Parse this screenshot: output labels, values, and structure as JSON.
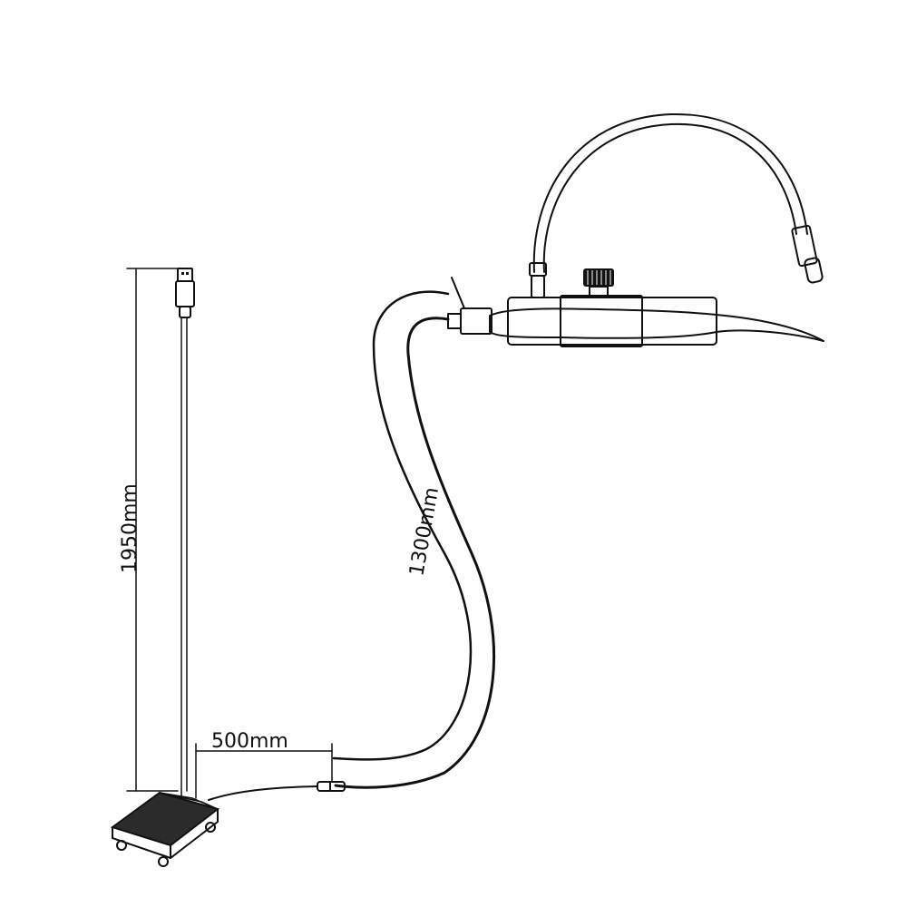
{
  "dimensions": {
    "usb_cable_length": "1950mm",
    "hose_length": "1300mm",
    "pedal_cable_length": "500mm"
  },
  "colors": {
    "line": "#111111",
    "background": "#ffffff",
    "pedal_top": "#2b2b2b"
  }
}
